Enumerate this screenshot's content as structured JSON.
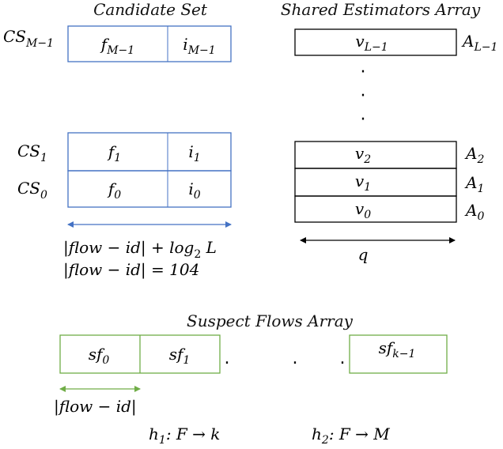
{
  "colors": {
    "candidate": "#4472c4",
    "shared": "#000000",
    "suspect": "#70ad47",
    "text": "#000000"
  },
  "candidate_set": {
    "title": "Candidate Set",
    "rows": [
      {
        "label": {
          "base": "CS",
          "sub": "M−1"
        },
        "flow": {
          "base": "f",
          "sub": "M−1"
        },
        "index": {
          "base": "i",
          "sub": "M−1"
        }
      },
      {
        "label": {
          "base": "CS",
          "sub": "1"
        },
        "flow": {
          "base": "f",
          "sub": "1"
        },
        "index": {
          "base": "i",
          "sub": "1"
        }
      },
      {
        "label": {
          "base": "CS",
          "sub": "0"
        },
        "flow": {
          "base": "f",
          "sub": "0"
        },
        "index": {
          "base": "i",
          "sub": "0"
        }
      }
    ],
    "width_note": {
      "part1": "|flow − id| + log",
      "sub": "2",
      "part2": " L"
    },
    "width_value": "|flow − id| = 104"
  },
  "shared_estimators": {
    "title": "Shared Estimators Array",
    "rows": [
      {
        "value": {
          "base": "v",
          "sub": "L−1"
        },
        "label": {
          "base": "A",
          "sub": "L−1"
        }
      },
      {
        "value": {
          "base": "v",
          "sub": "2"
        },
        "label": {
          "base": "A",
          "sub": "2"
        }
      },
      {
        "value": {
          "base": "v",
          "sub": "1"
        },
        "label": {
          "base": "A",
          "sub": "1"
        }
      },
      {
        "value": {
          "base": "v",
          "sub": "0"
        },
        "label": {
          "base": "A",
          "sub": "0"
        }
      }
    ],
    "ellipsis": "·",
    "width_label": "q"
  },
  "suspect_flows": {
    "title": "Suspect Flows Array",
    "cells": [
      {
        "base": "sf",
        "sub": "0"
      },
      {
        "base": "sf",
        "sub": "1"
      },
      {
        "base": "sf",
        "sub": "k−1"
      }
    ],
    "separator": ".",
    "width_label": "|flow − id|"
  },
  "hash_functions": [
    {
      "name": "h",
      "sub": "1",
      "mapping": ": F → k"
    },
    {
      "name": "h",
      "sub": "2",
      "mapping": ": F → M"
    }
  ]
}
